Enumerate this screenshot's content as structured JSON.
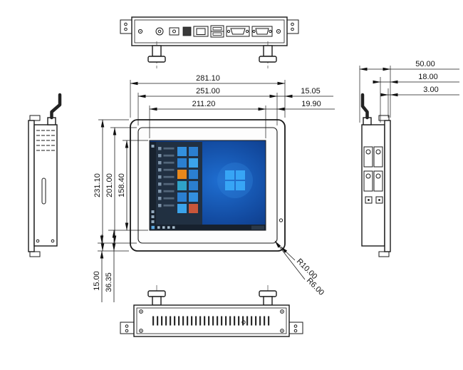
{
  "drawing": {
    "front_dims": {
      "overall_width": "281.10",
      "opening_width": "251.00",
      "display_width": "211.20",
      "side_margin_opening": "15.05",
      "side_margin_display": "19.90",
      "overall_height": "231.10",
      "opening_height": "201.00",
      "display_height": "158.40",
      "bottom_margin_opening": "15.00",
      "bottom_margin_display": "36.35",
      "corner_radius_outer": "R10.00",
      "corner_radius_inner": "R6.00"
    },
    "side_dims": {
      "depth_total": "50.00",
      "depth_front": "18.00",
      "front_panel_thickness": "3.00"
    },
    "colors": {
      "line": "#1a1a1a",
      "desktop_blue": "#1b66c9",
      "tile_blue": "#2b7fd0",
      "tile_orange": "#e8881c",
      "start_menu_bg": "#22303f"
    }
  }
}
